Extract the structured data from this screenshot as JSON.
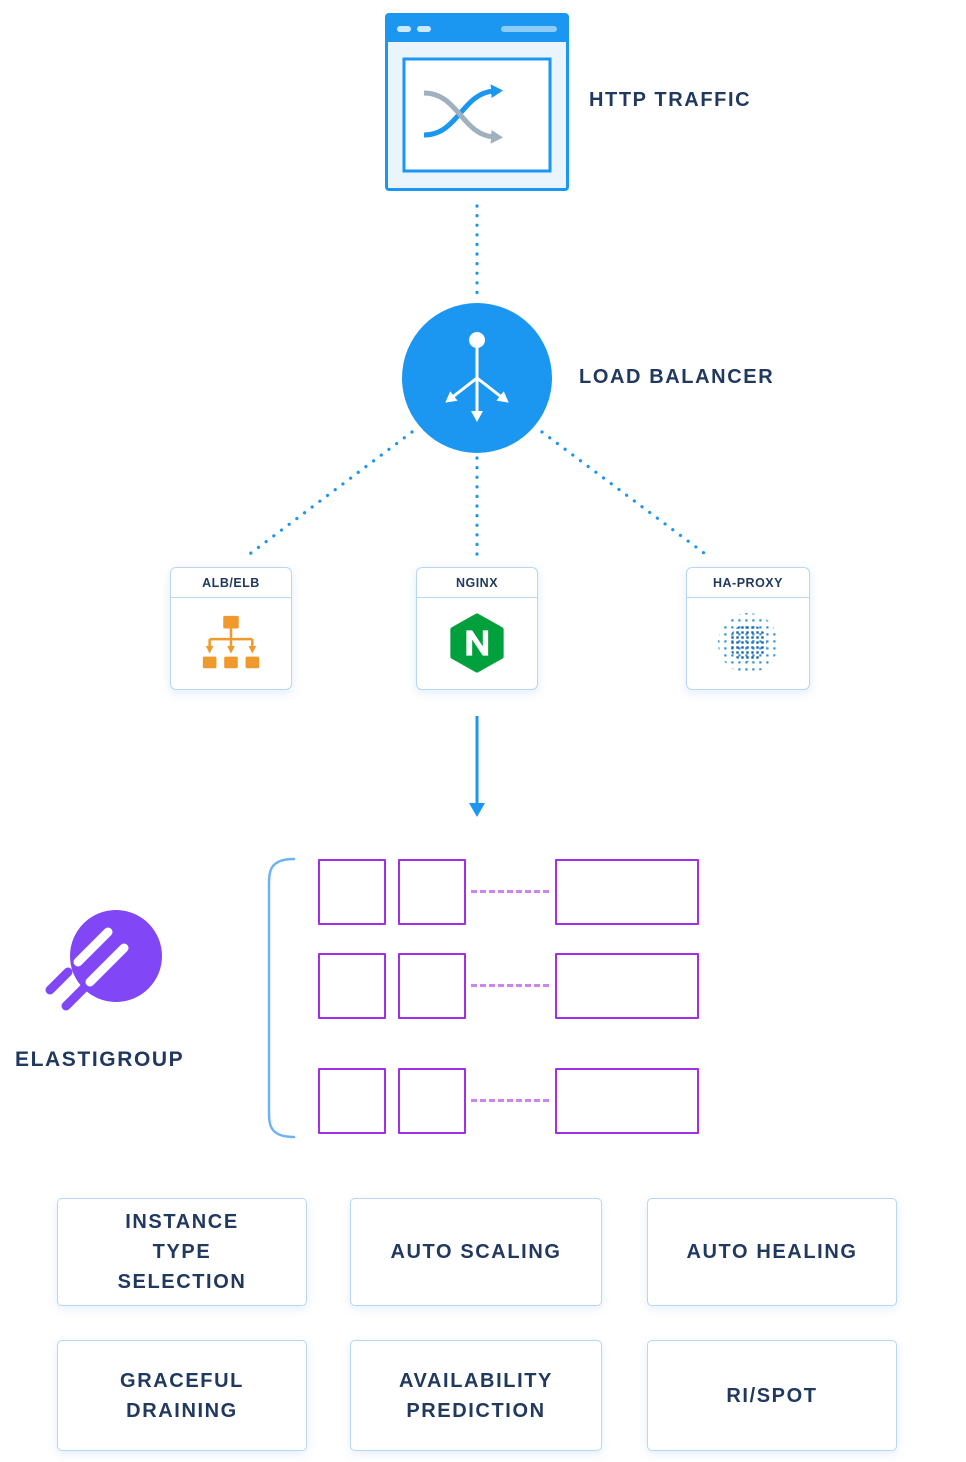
{
  "colors": {
    "accent-blue": "#1b97f1",
    "connector-blue": "#1e95ef",
    "border-blue": "#b9d6f3",
    "navy": "#21395f",
    "purple": "#a12fe8",
    "purple-light": "#cd85f0",
    "eg-purple": "#8147f7",
    "orange": "#f0992c",
    "green": "#00a03c",
    "brace-blue": "#70b2f2",
    "gray-arrow": "#9fb0bf",
    "haproxy-dot": "#2f8fd4",
    "haproxy-dot-dark": "#1565ad"
  },
  "http_traffic": {
    "label": "HTTP TRAFFIC",
    "icon": "browser-traffic-icon"
  },
  "load_balancer": {
    "label": "LOAD BALANCER",
    "icon": "load-balancer-icon"
  },
  "proxies": [
    {
      "label": "ALB/ELB",
      "icon": "alb-elb-icon"
    },
    {
      "label": "NGINX",
      "icon": "nginx-icon"
    },
    {
      "label": "HA-PROXY",
      "icon": "haproxy-icon"
    }
  ],
  "elastigroup": {
    "label": "ELASTIGROUP",
    "icon": "elastigroup-logo",
    "cluster_rows": 3,
    "nodes_per_row": 3
  },
  "features": [
    {
      "label": "INSTANCE\nTYPE\nSELECTION"
    },
    {
      "label": "AUTO SCALING"
    },
    {
      "label": "AUTO HEALING"
    },
    {
      "label": "GRACEFUL\nDRAINING"
    },
    {
      "label": "AVAILABILITY\nPREDICTION"
    },
    {
      "label": "RI/SPOT"
    }
  ]
}
